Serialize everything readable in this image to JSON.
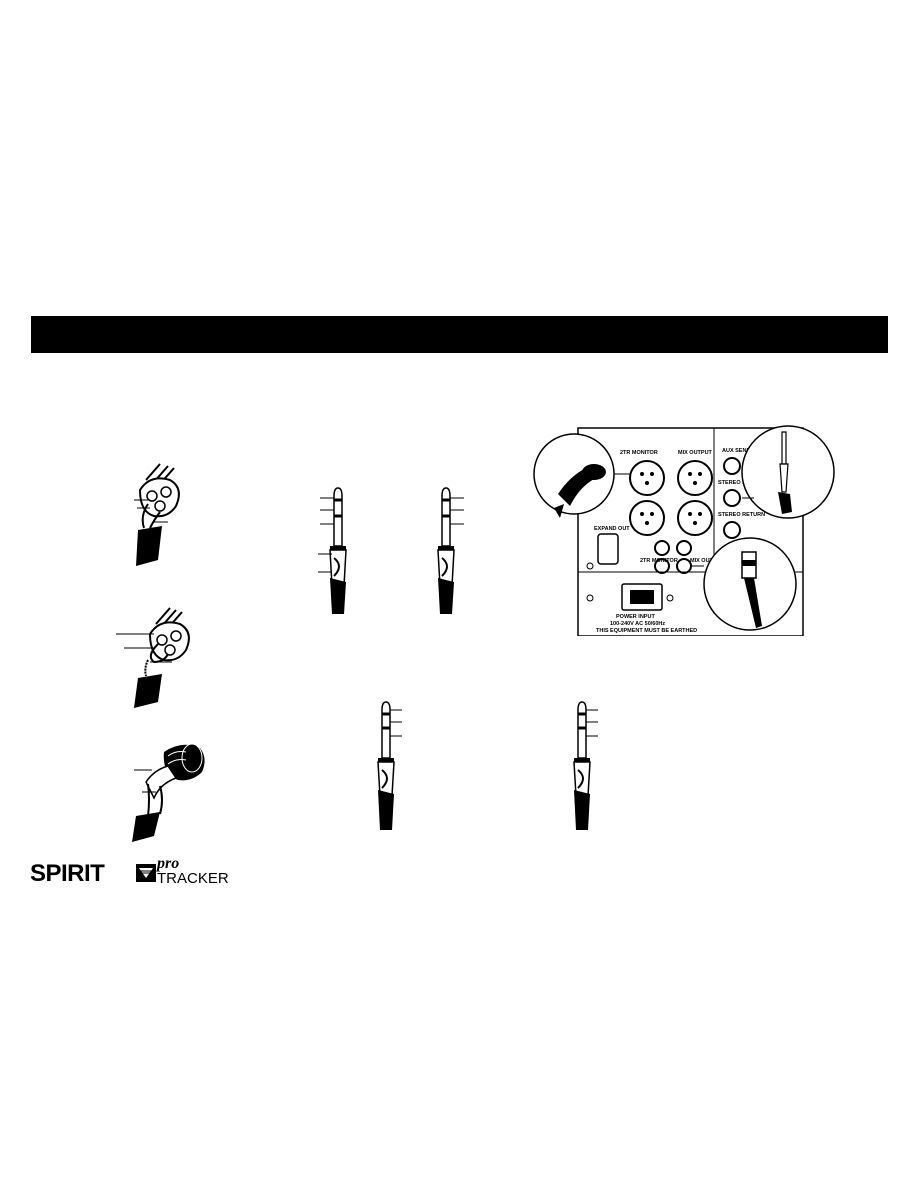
{
  "header": {
    "bar_color": "#000000"
  },
  "figures": {
    "xlr_male": {
      "icon": "xlr-male-connector-icon"
    },
    "xlr_male_unbalanced": {
      "icon": "xlr-male-unbalanced-connector-icon"
    },
    "xlr_female": {
      "icon": "xlr-female-connector-icon"
    },
    "trs_jack": {
      "icon": "trs-jack-icon"
    },
    "ts_jack": {
      "icon": "ts-jack-icon"
    },
    "trs_jack_lower_1": {
      "icon": "trs-jack-icon"
    },
    "trs_jack_lower_2": {
      "icon": "trs-jack-icon"
    },
    "rear_panel": {
      "icon": "rear-panel-illustration",
      "labels": {
        "ch2_inputs": "2TR MONITOR",
        "mix_output": "MIX OUTPUT",
        "aux_send": "AUX SEND",
        "stereo_return": "STEREO RETURN",
        "stereo_return_2": "STEREO RETURN",
        "expand": "EXPAND OUT",
        "monitor": "2TR MONITOR",
        "mix_out_rca": "MIX OUTPUT",
        "power_input": "POWER INPUT",
        "voltage": "100-240V AC 50/60Hz",
        "earth_warning": "THIS EQUIPMENT MUST BE EARTHED"
      }
    }
  },
  "logo": {
    "brand": "SPIRIT",
    "pro": "pro",
    "product": "TRACKER"
  }
}
